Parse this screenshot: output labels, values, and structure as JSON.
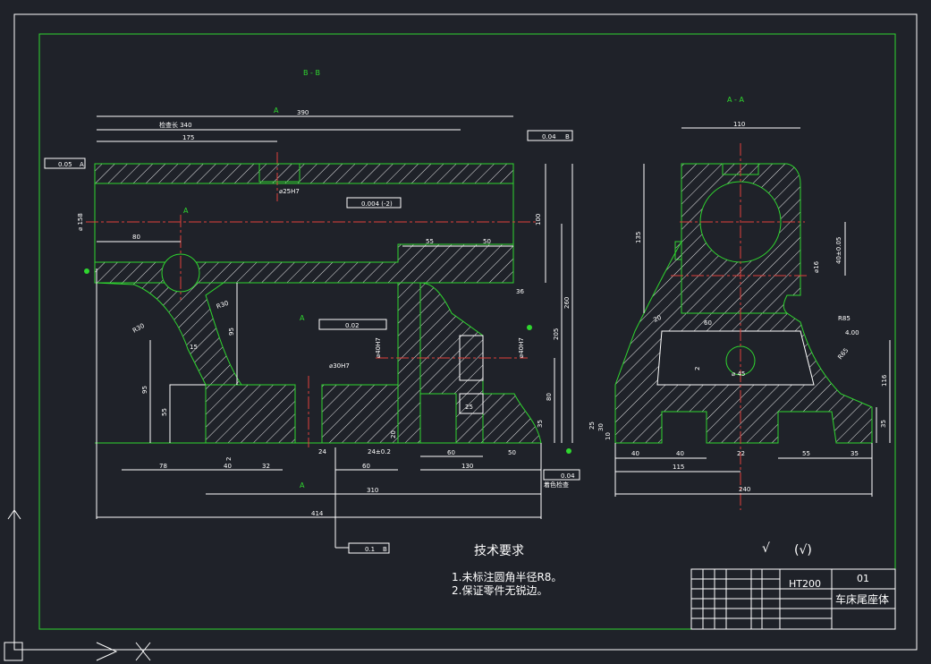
{
  "sections": {
    "bb": "B - B",
    "aa": "A - A"
  },
  "bb_dims": {
    "d390": "390",
    "d340": "检查长 340",
    "d175": "175",
    "d80": "80",
    "d55": "55",
    "d50": "50",
    "d36": "36",
    "d100": "100",
    "d260": "260",
    "d205": "205",
    "d80b": "80",
    "d35": "35",
    "d95a": "95",
    "d95b": "95",
    "d55b": "55",
    "d25": "25",
    "d20": "20",
    "d2": "2",
    "d78": "78",
    "d40": "40",
    "d32": "32",
    "d24": "24",
    "d24pm": "24±0.2",
    "d60": "60",
    "d130": "130",
    "d50b": "50",
    "d310": "310",
    "d414": "414",
    "r30a": "R30",
    "r30b": "R30",
    "r15": "15",
    "phi25": "⌀25H7",
    "phi30": "⌀30H7",
    "phi40": "⌀40H7",
    "phi58": "⌀ 158",
    "tol_par": "0.05",
    "tol_par_ref": "A",
    "tol_perp": "0.04",
    "tol_perp_ref": "B",
    "tol_cyl": "0.004 (-2)",
    "tol_pos": "0.02",
    "tol_flat": "0.04",
    "tol_bottom": "0.1",
    "tol_bottom_ref": "B",
    "note_bottom": "着色检查",
    "label_a": "A",
    "label_b": "B"
  },
  "aa_dims": {
    "d110": "110",
    "d135": "135",
    "d40pm": "40±0.05",
    "d2": "2",
    "d60": "60",
    "d20": "20",
    "r85": "R85",
    "r65": "R65",
    "d400": "4.00",
    "d116": "116",
    "d35": "35",
    "d25": "25",
    "d30": "30",
    "d10": "10",
    "d40a": "40",
    "d40b": "40",
    "d22": "22",
    "d55": "55",
    "d35b": "35",
    "d115": "115",
    "d240": "240",
    "phi16": "⌀16",
    "phi45": "⌀ 45"
  },
  "roughness": "(√)",
  "tech": {
    "title": "技术要求",
    "items": [
      "1.未标注圆角半径R8。",
      "2.保证零件无锐边。"
    ]
  },
  "titleblock": {
    "material": "HT200",
    "drawing_no": "01",
    "part_name": "车床尾座体"
  }
}
